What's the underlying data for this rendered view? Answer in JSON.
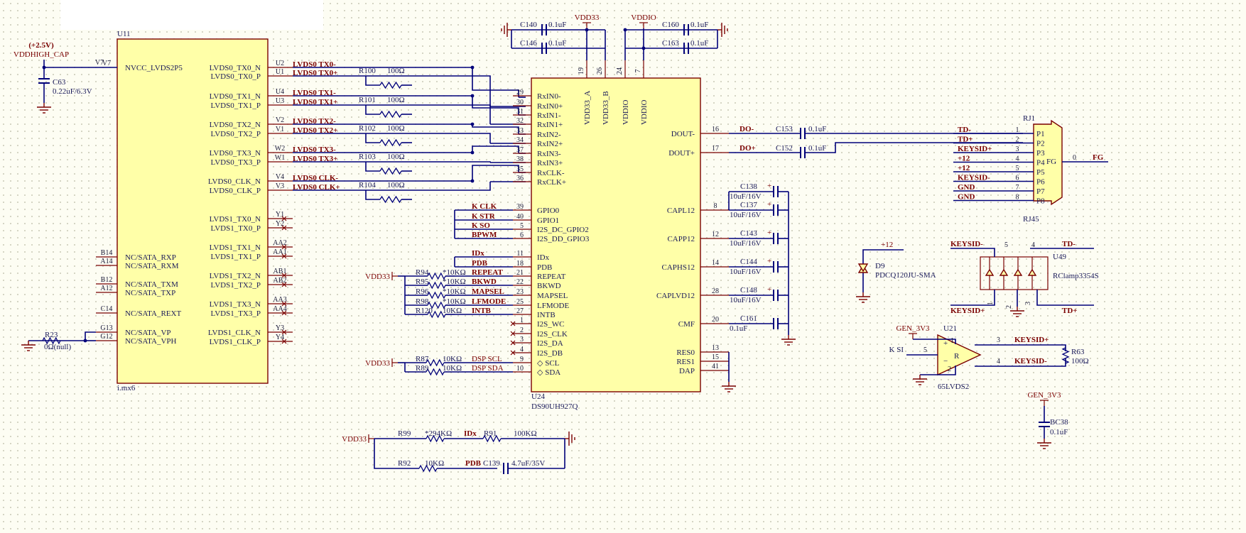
{
  "u11": {
    "ref": "U11",
    "footer": "i.mx6",
    "left_pins": [
      {
        "num": "V7",
        "name": "NVCC_LVDS2P5"
      },
      {
        "num": "B14",
        "name": "NC/SATA_RXP"
      },
      {
        "num": "A14",
        "name": "NC/SATA_RXM"
      },
      {
        "num": "B12",
        "name": "NC/SATA_TXM"
      },
      {
        "num": "A12",
        "name": "NC/SATA_TXP"
      },
      {
        "num": "C14",
        "name": "NC/SATA_REXT"
      },
      {
        "num": "G13",
        "name": "NC/SATA_VP"
      },
      {
        "num": "G12",
        "name": "NC/SATA_VPH"
      }
    ],
    "right_pins": [
      {
        "num": "U2",
        "name": "LVDS0_TX0_N",
        "net": "LVDS0_TX0-"
      },
      {
        "num": "U1",
        "name": "LVDS0_TX0_P",
        "net": "LVDS0_TX0+"
      },
      {
        "num": "U4",
        "name": "LVDS0_TX1_N",
        "net": "LVDS0_TX1-"
      },
      {
        "num": "U3",
        "name": "LVDS0_TX1_P",
        "net": "LVDS0_TX1+"
      },
      {
        "num": "V2",
        "name": "LVDS0_TX2_N",
        "net": "LVDS0_TX2-"
      },
      {
        "num": "V1",
        "name": "LVDS0_TX2_P",
        "net": "LVDS0_TX2+"
      },
      {
        "num": "W2",
        "name": "LVDS0_TX3_N",
        "net": "LVDS0_TX3-"
      },
      {
        "num": "W1",
        "name": "LVDS0_TX3_P",
        "net": "LVDS0_TX3+"
      },
      {
        "num": "V4",
        "name": "LVDS0_CLK_N",
        "net": "LVDS0_CLK-"
      },
      {
        "num": "V3",
        "name": "LVDS0_CLK_P",
        "net": "LVDS0_CLK+"
      },
      {
        "num": "Y1",
        "name": "LVDS1_TX0_N",
        "net": ""
      },
      {
        "num": "Y2",
        "name": "LVDS1_TX0_P",
        "net": ""
      },
      {
        "num": "AA2",
        "name": "LVDS1_TX1_N",
        "net": ""
      },
      {
        "num": "AA1",
        "name": "LVDS1_TX1_P",
        "net": ""
      },
      {
        "num": "AB1",
        "name": "LVDS1_TX2_N",
        "net": ""
      },
      {
        "num": "AB2",
        "name": "LVDS1_TX2_P",
        "net": ""
      },
      {
        "num": "AA3",
        "name": "LVDS1_TX3_N",
        "net": ""
      },
      {
        "num": "AA4",
        "name": "LVDS1_TX3_P",
        "net": ""
      },
      {
        "num": "Y3",
        "name": "LVDS1_CLK_N",
        "net": ""
      },
      {
        "num": "Y4",
        "name": "LVDS1_CLK_P",
        "net": ""
      }
    ]
  },
  "vddhigh": {
    "voltage": "(+2.5V)",
    "net": "VDDHIGH_CAP",
    "cap_ref": "C63",
    "cap_val": "0.22uF/6.3V"
  },
  "r23": {
    "ref": "R23",
    "val": "0Ω(null)"
  },
  "lvds_res": [
    {
      "ref": "R100",
      "val": "100Ω"
    },
    {
      "ref": "R101",
      "val": "100Ω"
    },
    {
      "ref": "R102",
      "val": "100Ω"
    },
    {
      "ref": "R103",
      "val": "100Ω"
    },
    {
      "ref": "R104",
      "val": "100Ω"
    }
  ],
  "u24": {
    "ref": "U24",
    "part": "DS90UH927Q",
    "top_pins": [
      {
        "num": "19",
        "name": "VDD33_A"
      },
      {
        "num": "26",
        "name": "VDD33_B"
      },
      {
        "num": "24",
        "name": "VDDIO"
      },
      {
        "num": "7",
        "name": "VDDIO"
      }
    ],
    "left_pins": [
      {
        "num": "29",
        "name": "RxIN0-"
      },
      {
        "num": "30",
        "name": "RxIN0+"
      },
      {
        "num": "31",
        "name": "RxIN1-"
      },
      {
        "num": "32",
        "name": "RxIN1+"
      },
      {
        "num": "33",
        "name": "RxIN2-"
      },
      {
        "num": "34",
        "name": "RxIN2+"
      },
      {
        "num": "37",
        "name": "RxIN3-"
      },
      {
        "num": "38",
        "name": "RxIN3+"
      },
      {
        "num": "35",
        "name": "RxCLK-"
      },
      {
        "num": "36",
        "name": "RxCLK+"
      },
      {
        "num": "39",
        "name": "GPIO0"
      },
      {
        "num": "40",
        "name": "GPIO1"
      },
      {
        "num": "5",
        "name": "I2S_DC_GPIO2"
      },
      {
        "num": "6",
        "name": "I2S_DD_GPIO3"
      },
      {
        "num": "11",
        "name": "IDx"
      },
      {
        "num": "18",
        "name": "PDB"
      },
      {
        "num": "21",
        "name": "REPEAT"
      },
      {
        "num": "22",
        "name": "BKWD"
      },
      {
        "num": "23",
        "name": "MAPSEL"
      },
      {
        "num": "25",
        "name": "LFMODE"
      },
      {
        "num": "27",
        "name": "INTB"
      },
      {
        "num": "1",
        "name": "I2S_WC"
      },
      {
        "num": "2",
        "name": "I2S_CLK"
      },
      {
        "num": "3",
        "name": "I2S_DA"
      },
      {
        "num": "4",
        "name": "I2S_DB"
      },
      {
        "num": "9",
        "name": "SCL"
      },
      {
        "num": "10",
        "name": "SDA"
      }
    ],
    "right_pins": [
      {
        "num": "16",
        "name": "DOUT-"
      },
      {
        "num": "17",
        "name": "DOUT+"
      },
      {
        "num": "8",
        "name": "CAPL12"
      },
      {
        "num": "12",
        "name": "CAPP12"
      },
      {
        "num": "14",
        "name": "CAPHS12"
      },
      {
        "num": "28",
        "name": "CAPLVD12"
      },
      {
        "num": "20",
        "name": "CMF"
      },
      {
        "num": "13",
        "name": "RES0"
      },
      {
        "num": "15",
        "name": "RES1"
      },
      {
        "num": "41",
        "name": "DAP"
      }
    ]
  },
  "gpio_nets": [
    "K_CLK",
    "K_STR",
    "K_SO",
    "BPWM"
  ],
  "ctrl_nets": [
    "IDx",
    "PDB",
    "REPEAT",
    "BKWD",
    "MAPSEL",
    "LFMODE",
    "INTB"
  ],
  "ctrl_res": [
    {
      "ref": "R94",
      "val": "*10KΩ"
    },
    {
      "ref": "R95",
      "val": "*10KΩ"
    },
    {
      "ref": "R96",
      "val": "*10KΩ"
    },
    {
      "ref": "R98",
      "val": "*10KΩ"
    },
    {
      "ref": "R120",
      "val": "10KΩ"
    }
  ],
  "i2c_res": [
    {
      "ref": "R87",
      "val": "10KΩ",
      "net": "DSP_SCL"
    },
    {
      "ref": "R89",
      "val": "10KΩ",
      "net": "DSP_SDA"
    }
  ],
  "vdd33": "VDD33",
  "vddio": "VDDIO",
  "gen3v3": "GEN_3V3",
  "top_caps": [
    {
      "ref": "C140",
      "val": "0.1uF"
    },
    {
      "ref": "C146",
      "val": "0.1uF"
    },
    {
      "ref": "C160",
      "val": "0.1uF"
    },
    {
      "ref": "C163",
      "val": "0.1uF"
    }
  ],
  "ac_caps": [
    {
      "ref": "C153",
      "val": "0.1uF",
      "net": "DO-"
    },
    {
      "ref": "C152",
      "val": "0.1uF",
      "net": "DO+"
    }
  ],
  "bulk_caps": [
    {
      "ref": "C138",
      "val": "10uF/16V"
    },
    {
      "ref": "C137",
      "val": "10uF/16V"
    },
    {
      "ref": "C143",
      "val": "10uF/16V"
    },
    {
      "ref": "C144",
      "val": "10uF/16V"
    },
    {
      "ref": "C148",
      "val": "10uF/16V"
    },
    {
      "ref": "C161",
      "val": "0.1uF"
    }
  ],
  "rj1": {
    "ref": "RJ1",
    "type": "RJ45",
    "shield": "FG",
    "shield_pin": "0",
    "pins": [
      {
        "num": "1",
        "name": "P1",
        "net": "TD-"
      },
      {
        "num": "2",
        "name": "P2",
        "net": "TD+"
      },
      {
        "num": "3",
        "name": "P3",
        "net": "KEYSID+"
      },
      {
        "num": "4",
        "name": "P4",
        "net": "+12"
      },
      {
        "num": "5",
        "name": "P5",
        "net": "+12"
      },
      {
        "num": "6",
        "name": "P6",
        "net": "KEYSID-"
      },
      {
        "num": "7",
        "name": "P7",
        "net": "GND"
      },
      {
        "num": "8",
        "name": "P8",
        "net": "GND"
      }
    ]
  },
  "d9": {
    "ref": "D9",
    "part": "PDCQ120JU-SMA",
    "net": "+12"
  },
  "u49": {
    "ref": "U49",
    "part": "RClamp3354S",
    "nets": [
      "KEYSID-",
      "TD-",
      "KEYSID+",
      "TD+"
    ],
    "pins": [
      "5",
      "4",
      "1",
      "2",
      "3"
    ]
  },
  "u21": {
    "ref": "U21",
    "part": "65LVDS2",
    "in_net": "K_SI",
    "in_pin": "5",
    "pins": [
      "1",
      "2",
      "3",
      "4"
    ],
    "label": "R",
    "nets": [
      "KEYSID+",
      "KEYSID-"
    ]
  },
  "r63": {
    "ref": "R63",
    "val": "100Ω"
  },
  "bc38": {
    "ref": "BC38",
    "val": "0.1uF"
  },
  "bottom": {
    "r99": {
      "ref": "R99",
      "val": "*294KΩ"
    },
    "r91": {
      "ref": "R91",
      "val": "100KΩ"
    },
    "r92": {
      "ref": "R92",
      "val": "10KΩ"
    },
    "c139": {
      "ref": "C139",
      "val": "4.7uF/35V"
    },
    "idx": "IDx",
    "pdb": "PDB"
  }
}
